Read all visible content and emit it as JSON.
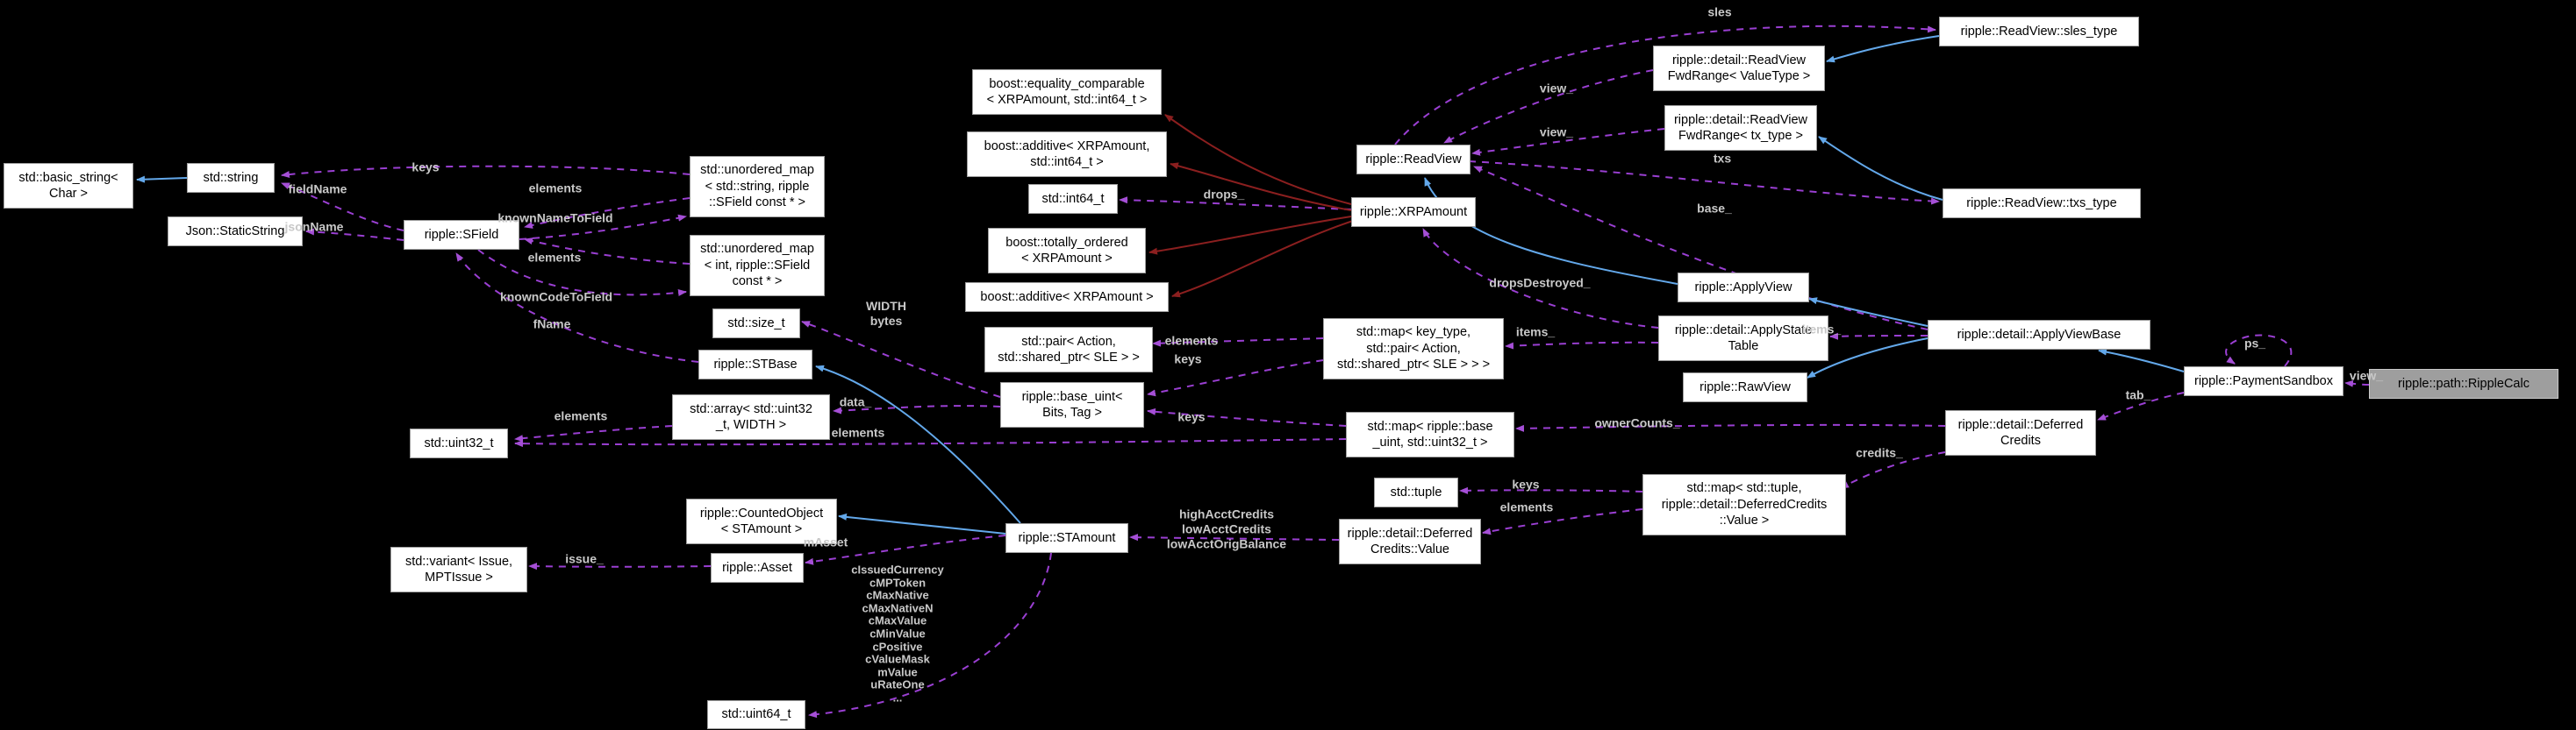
{
  "diagram": {
    "type": "doxygen-collaboration-graph",
    "main_class": "ripple::path::RippleCalc",
    "colors": {
      "background": "#000000",
      "node_fill": "#ffffff",
      "node_border": "#9e9e9e",
      "node_text": "#000000",
      "main_node_fill": "#9e9e9e",
      "usage_edge": "#9a3fd2",
      "inheritance_edge": "#63a8ea",
      "private_inheritance_edge": "#8b1f1f",
      "edge_label": "#c8c8c8"
    }
  },
  "nodes": {
    "basic_string": {
      "label": "std::basic_string<\nChar >"
    },
    "string": {
      "label": "std::string"
    },
    "static_string": {
      "label": "Json::StaticString"
    },
    "sfield": {
      "label": "ripple::SField"
    },
    "umap_string": {
      "label": "std::unordered_map\n< std::string, ripple\n::SField const * >"
    },
    "umap_int": {
      "label": "std::unordered_map\n< int, ripple::SField\nconst * >"
    },
    "size_t": {
      "label": "std::size_t"
    },
    "stbase": {
      "label": "ripple::STBase"
    },
    "array": {
      "label": "std::array< std::uint32\n_t, WIDTH >"
    },
    "uint32": {
      "label": "std::uint32_t"
    },
    "base_uint": {
      "label": "ripple::base_uint<\nBits, Tag >"
    },
    "pair": {
      "label": "std::pair< Action,\nstd::shared_ptr< SLE > >"
    },
    "map_key": {
      "label": "std::map< key_type,\nstd::pair< Action,\nstd::shared_ptr< SLE > > >"
    },
    "map_base": {
      "label": "std::map< ripple::base\n_uint, std::uint32_t >"
    },
    "tuple": {
      "label": "std::tuple"
    },
    "map_tuple": {
      "label": "std::map< std::tuple,\nripple::detail::DeferredCredits\n::Value >"
    },
    "dc_value": {
      "label": "ripple::detail::Deferred\nCredits::Value"
    },
    "counted": {
      "label": "ripple::CountedObject\n< STAmount >"
    },
    "stamount": {
      "label": "ripple::STAmount"
    },
    "asset": {
      "label": "ripple::Asset"
    },
    "variant": {
      "label": "std::variant< Issue,\nMPTIssue >"
    },
    "uint64": {
      "label": "std::uint64_t"
    },
    "eq_comp": {
      "label": "boost::equality_comparable\n< XRPAmount, std::int64_t >"
    },
    "additive2": {
      "label": "boost::additive< XRPAmount,\nstd::int64_t >"
    },
    "int64": {
      "label": "std::int64_t"
    },
    "tot_ord": {
      "label": "boost::totally_ordered\n< XRPAmount >"
    },
    "additive1": {
      "label": "boost::additive< XRPAmount >"
    },
    "xrpamount": {
      "label": "ripple::XRPAmount"
    },
    "readview": {
      "label": "ripple::ReadView"
    },
    "fwd_value": {
      "label": "ripple::detail::ReadView\nFwdRange< ValueType >"
    },
    "fwd_tx": {
      "label": "ripple::detail::ReadView\nFwdRange< tx_type >"
    },
    "sles_type": {
      "label": "ripple::ReadView::sles_type"
    },
    "txs_type": {
      "label": "ripple::ReadView::txs_type"
    },
    "applyview": {
      "label": "ripple::ApplyView"
    },
    "applystate": {
      "label": "ripple::detail::ApplyState\nTable"
    },
    "rawview": {
      "label": "ripple::RawView"
    },
    "applyviewbase": {
      "label": "ripple::detail::ApplyViewBase"
    },
    "paymentsandbox": {
      "label": "ripple::PaymentSandbox"
    },
    "ripplecalc": {
      "label": "ripple::path::RippleCalc"
    },
    "deferredcredits": {
      "label": "ripple::detail::Deferred\nCredits"
    }
  },
  "edge_labels": {
    "keys1": "keys",
    "fieldName": "fieldName",
    "jsonName": "jsonName",
    "elements1": "elements",
    "knownNameToField": "knownNameToField",
    "elements2": "elements",
    "knownCodeToField": "knownCodeToField",
    "fName": "fName",
    "width_bytes": "WIDTH\nbytes",
    "drops": "drops_",
    "sles": "sles",
    "txs": "txs",
    "view1": "view_",
    "view2": "view_",
    "base": "base_",
    "dropsDestroyed": "dropsDestroyed_",
    "items1": "items_",
    "items2": "items_",
    "elements3": "elements",
    "keys2": "keys",
    "keys3": "keys",
    "elements4": "elements",
    "elements5": "elements",
    "data": "data_",
    "ownerCounts": "ownerCounts_",
    "tab": "tab_",
    "credits": "credits_",
    "ps": "ps_",
    "view3": "view_",
    "keys4": "keys",
    "elements6": "elements",
    "acct": "highAcctCredits\nlowAcctCredits\nlowAcctOrigBalance",
    "mAsset": "mAsset",
    "issue": "issue_",
    "clist": "cIssuedCurrency\ncMPToken\ncMaxNative\ncMaxNativeN\ncMaxValue\ncMinValue\ncPositive\ncValueMask\nmValue\nuRateOne\n..."
  }
}
